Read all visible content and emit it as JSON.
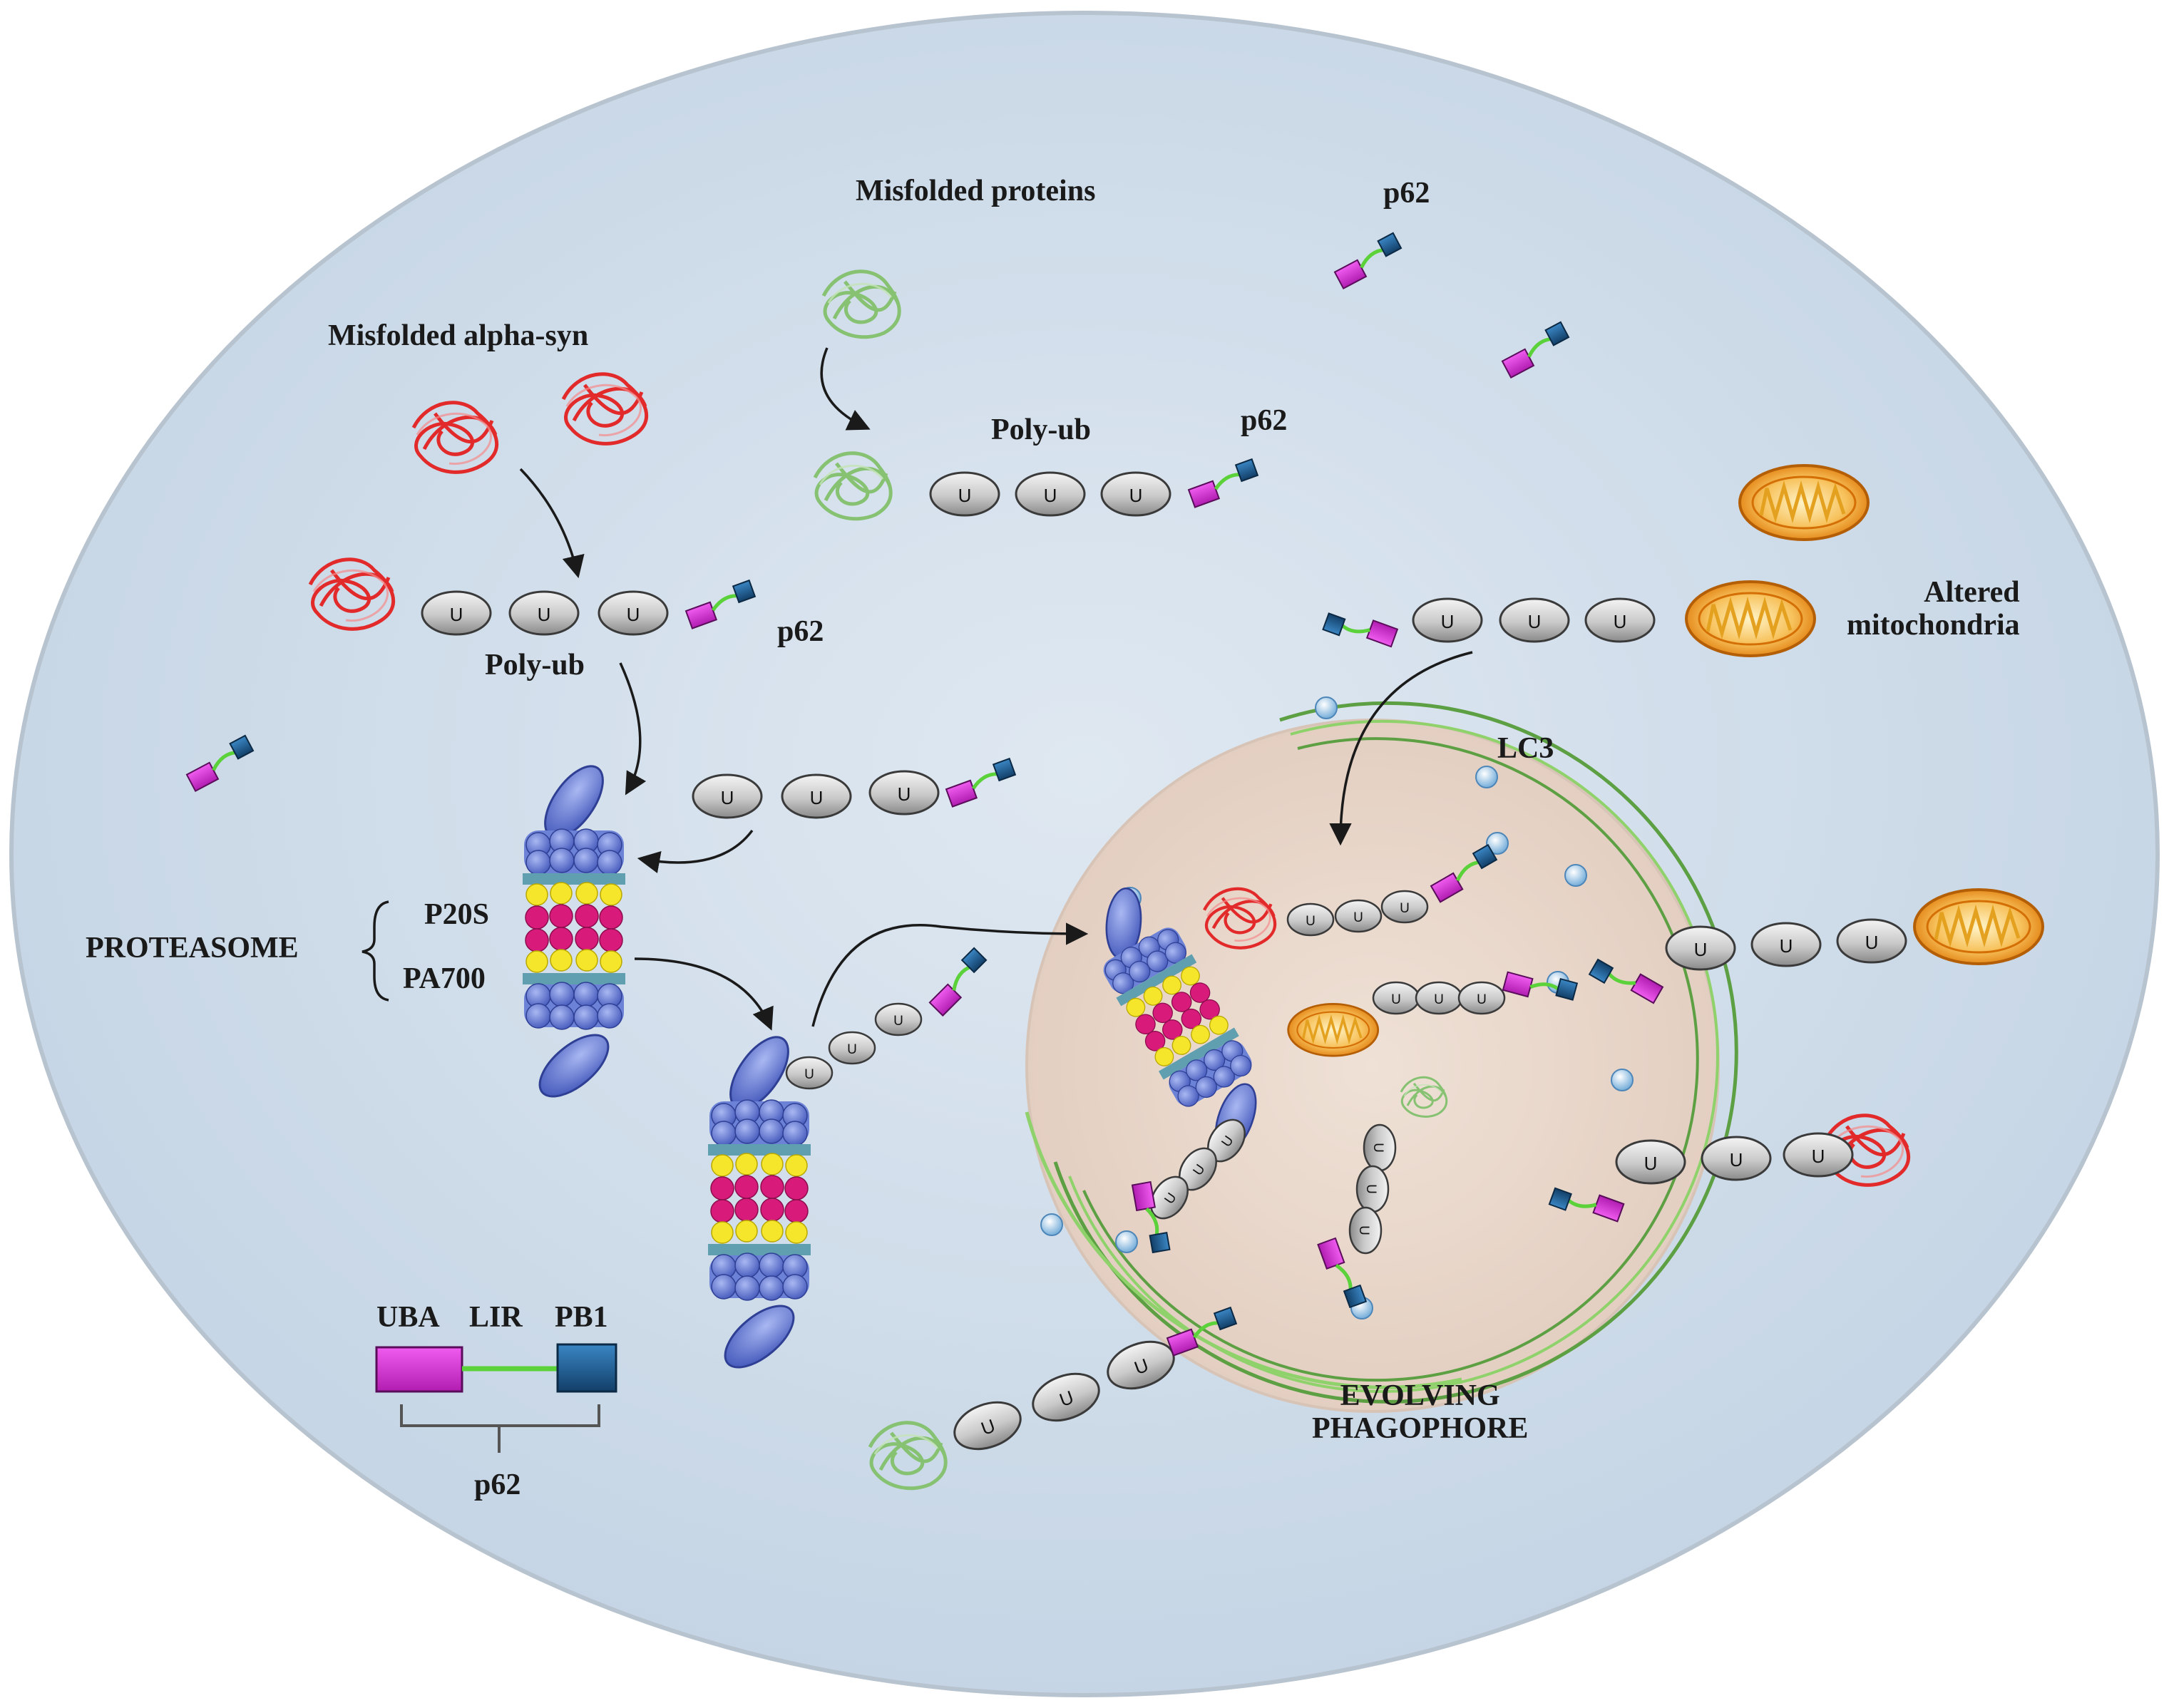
{
  "labels": {
    "misfolded_proteins": "Misfolded proteins",
    "misfolded_alpha_syn": "Misfolded alpha-syn",
    "poly_ub_top": "Poly-ub",
    "poly_ub_left": "Poly-ub",
    "p62_top_right": "p62",
    "p62_top_mid": "p62",
    "p62_left": "p62",
    "altered_mitochondria": "Altered\nmitochondria",
    "lc3": "LC3",
    "proteasome": "PROTEASOME",
    "p20s": "P20S",
    "pa700": "PA700",
    "uba": "UBA",
    "lir": "LIR",
    "pb1": "PB1",
    "p62_legend": "p62",
    "evolving_phagophore": "EVOLVING\nPHAGOPHORE",
    "ub": "U"
  },
  "colors": {
    "cell_fill": "#d3dfea",
    "phagophore_fill": "#ead9cd",
    "membrane_green": "#7cc35a",
    "uba_magenta": "#d32cd3",
    "pb1_blue": "#1f5d91",
    "ubiquitin_grey": "#cfcfcf",
    "alpha_syn_red": "#e22a2a",
    "misfolded_green": "#8bc77a",
    "mito_orange": "#ef8a12",
    "proteasome_blue": "#6c82d6",
    "proteasome_yellow": "#f5e62c",
    "proteasome_magenta": "#d81b7a",
    "lc3_bubble": "#9cc7e8"
  }
}
